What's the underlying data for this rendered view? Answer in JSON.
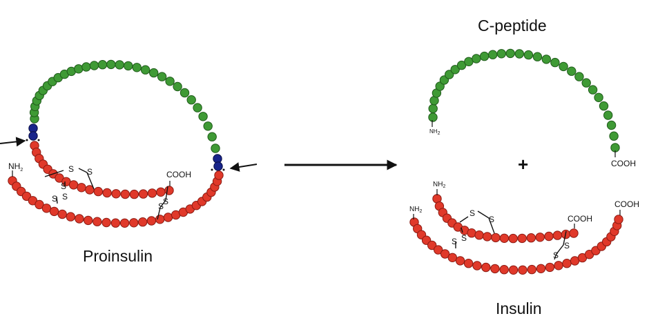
{
  "labels": {
    "proinsulin": "Proinsulin",
    "c_peptide": "C-peptide",
    "insulin": "Insulin",
    "plus": "+",
    "nh2": "NH",
    "nh2_sub": "2",
    "cooh": "COOH",
    "s": "S"
  },
  "colors": {
    "c_chain": "#3f9a35",
    "c_chain_edge": "#1f5a1a",
    "a_b_chain": "#e0392a",
    "a_b_chain_edge": "#8a1a12",
    "cleavage": "#18248a",
    "cleavage_edge": "#0a0f45",
    "line": "#111111"
  },
  "diagram": {
    "left_molecule": "Proinsulin",
    "right_products": [
      "C-peptide",
      "Insulin"
    ],
    "reaction_arrow": "right-arrow"
  }
}
